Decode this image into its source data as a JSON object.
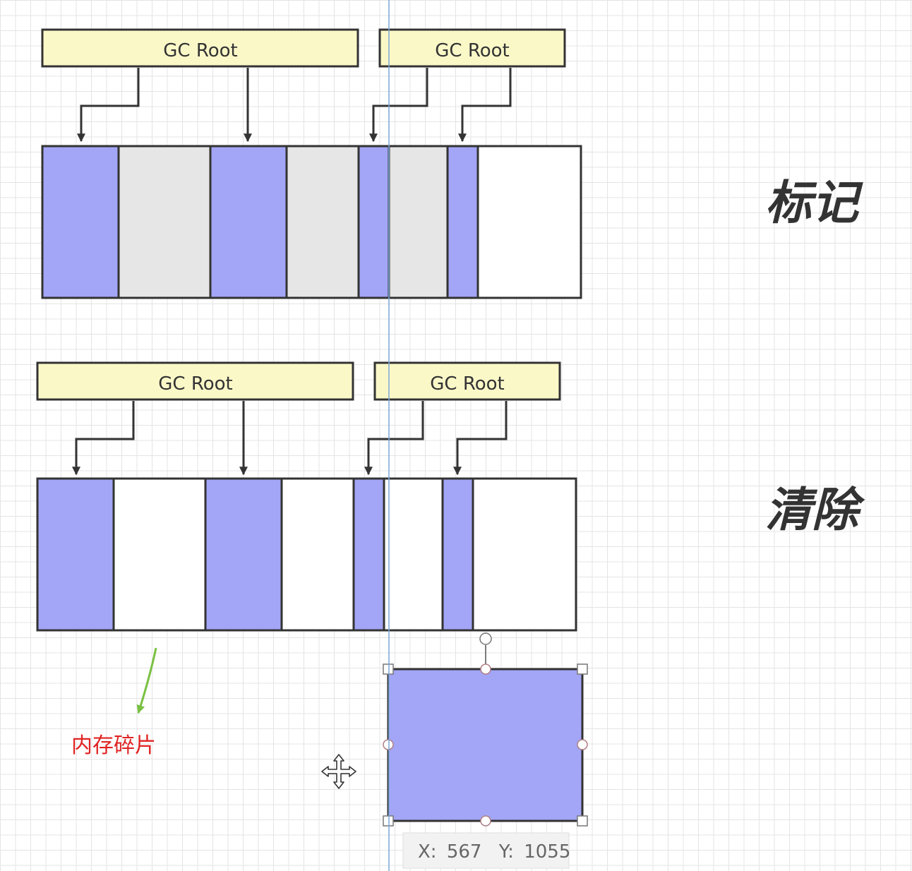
{
  "gc_root_label": "GC Root",
  "stages": {
    "mark": "标记",
    "sweep": "清除"
  },
  "annotation": "内存碎片",
  "coord_readout": {
    "x_label": "X:",
    "x_value": "567",
    "y_label": "Y:",
    "y_value": "1055"
  },
  "colors": {
    "live_block": "#a3a6f6",
    "garbage_block": "#e6e6e6",
    "free_block": "#ffffff",
    "gc_root_fill": "#fbf8c8",
    "outline": "#333333",
    "guide_line": "#7aa7d8",
    "annotation_text": "#e02424",
    "annotation_arrow": "#7ac143"
  },
  "memory_rows": {
    "mark": [
      "live",
      "garbage",
      "live",
      "garbage",
      "live",
      "garbage",
      "live",
      "free"
    ],
    "sweep": [
      "live",
      "free",
      "live",
      "free",
      "live",
      "free",
      "live",
      "free"
    ]
  },
  "icons": [
    "move-cursor-icon"
  ]
}
